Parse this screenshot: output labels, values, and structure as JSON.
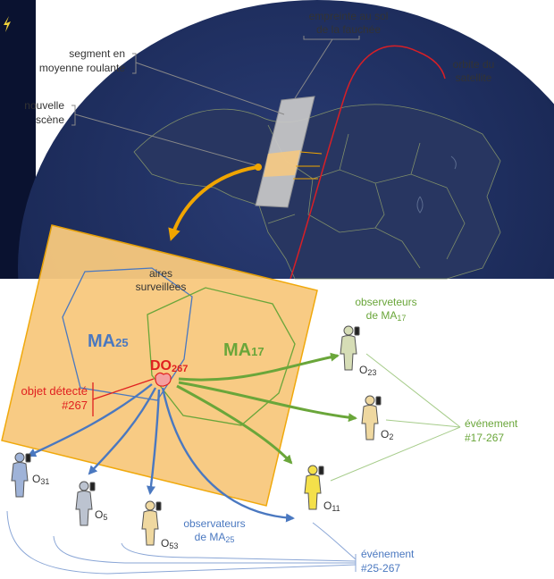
{
  "labels": {
    "swath_footprint_1": "empreinte au sol",
    "swath_footprint_2": "de la fauchée",
    "satellite_orbit_1": "orbite du",
    "satellite_orbit_2": "satellite",
    "rolling_segment_1": "segment en",
    "rolling_segment_2": "moyenne roulante",
    "new_scene_1": "nouvelle",
    "new_scene_2": "scène",
    "monitored_areas_1": "aires",
    "monitored_areas_2": "surveillées",
    "ma25_main": "MA",
    "ma25_sub": "25",
    "ma17_main": "MA",
    "ma17_sub": "17",
    "do_main": "DO",
    "do_sub": "267",
    "detected_object_1": "objet détecté",
    "detected_object_2": "#267",
    "observers_ma17_1": "observeteurs",
    "observers_ma17_2a": "de MA",
    "observers_ma17_2b": "17",
    "event17_1": "événement",
    "event17_2": "#17-267",
    "observers_ma25_1": "observateurs",
    "observers_ma25_2a": "de MA",
    "observers_ma25_2b": "25",
    "event25_1": "événement",
    "event25_2": "#25-267"
  },
  "observers": [
    {
      "main": "O",
      "sub": "23"
    },
    {
      "main": "O",
      "sub": "2"
    },
    {
      "main": "O",
      "sub": "11"
    },
    {
      "main": "O",
      "sub": "31"
    },
    {
      "main": "O",
      "sub": "5"
    },
    {
      "main": "O",
      "sub": "53"
    }
  ],
  "colors": {
    "space": "#0a1230",
    "globe": "#1c2c5c",
    "land": "#2a3862",
    "borders": "#7f8e6a",
    "scene_panel": "#f8c97e",
    "panel_border": "#f0a500",
    "ma25_blue": "#4a78c0",
    "ma17_green": "#6aa63a",
    "do_red": "#e02020",
    "orbit_red": "#d81f26",
    "observer_blue": "#9fb3d8",
    "observer_grey": "#bcc3d0",
    "observer_yellow": "#f4e04a",
    "observer_tan": "#efd8a0",
    "observer_green": "#d6ddb6"
  }
}
